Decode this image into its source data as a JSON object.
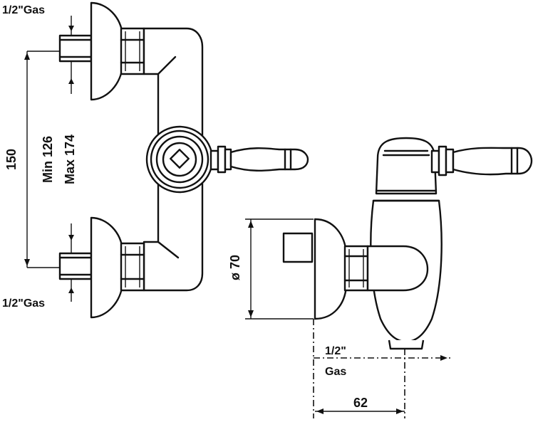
{
  "labels": {
    "inlet_top": "1/2\"Gas",
    "inlet_bottom": "1/2\"Gas",
    "centers": "150",
    "min": "Min 126",
    "max": "Max 174",
    "diameter": "ø 70",
    "outlet_size": "1/2\"",
    "outlet_gas": "Gas",
    "depth": "62"
  },
  "colors": {
    "line": "#111111",
    "background": "#ffffff"
  }
}
